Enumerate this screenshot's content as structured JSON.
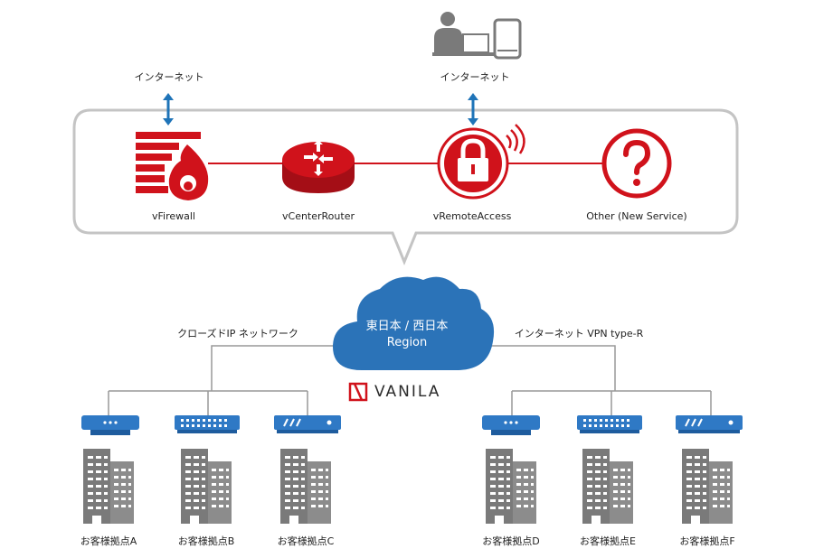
{
  "top": {
    "internet_left": "インターネット",
    "internet_right": "インターネット"
  },
  "services": [
    {
      "label": "vFirewall",
      "icon": "firewall-icon"
    },
    {
      "label": "vCenterRouter",
      "icon": "router-icon"
    },
    {
      "label": "vRemoteAccess",
      "icon": "lock-icon"
    },
    {
      "label": "Other (New Service)",
      "icon": "question-icon"
    }
  ],
  "cloud": {
    "line1": "東日本 / 西日本",
    "line2": "Region"
  },
  "networks": {
    "left": "クローズドIP ネットワーク",
    "right": "インターネット  VPN type-R"
  },
  "logo": {
    "text": "VANILA"
  },
  "sites": [
    {
      "label": "お客様拠点A"
    },
    {
      "label": "お客様拠点B"
    },
    {
      "label": "お客様拠点C"
    },
    {
      "label": "お客様拠点D"
    },
    {
      "label": "お客様拠点E"
    },
    {
      "label": "お客様拠点F"
    }
  ],
  "colors": {
    "brand_red": "#d0121b",
    "cloud_blue": "#2b73b8",
    "device_blue": "#2f79c5",
    "arrow_blue": "#1f74b8",
    "building_gray": "#7a7a7a",
    "line_gray": "#999999"
  }
}
